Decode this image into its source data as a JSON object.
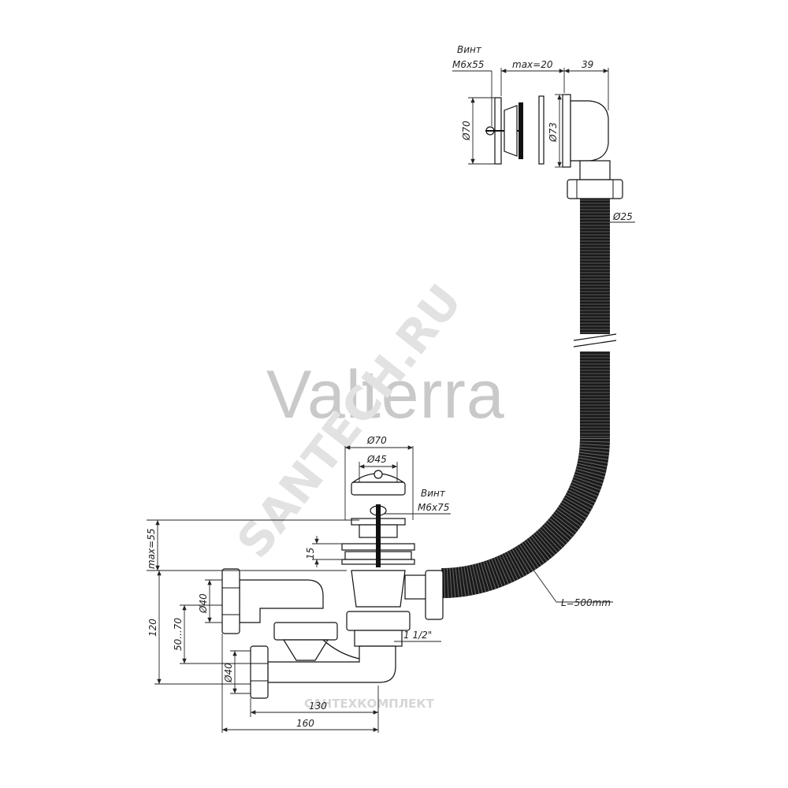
{
  "watermarks": {
    "brand": "Valterra",
    "diagonal": "SANTECH.RU",
    "bottom": "САНТЕХКОМПЛЕКТ"
  },
  "labels": {
    "screw_top_word": "Винт",
    "screw_top_size": "M6x55",
    "max20": "max=20",
    "dim39": "39",
    "d70_top": "Ø70",
    "d73": "Ø73",
    "d25": "Ø25",
    "d70_bottom": "Ø70",
    "d45": "Ø45",
    "screw_bottom_word": "Винт",
    "screw_bottom_size": "M6x75",
    "max55": "max=55",
    "dim15": "15",
    "dim120": "120",
    "dim50_70": "50...70",
    "d40_upper": "Ø40",
    "d40_lower": "Ø40",
    "thread": "1 1/2\"",
    "hose_length": "L=500mm",
    "dim130": "130",
    "dim160": "160"
  },
  "colors": {
    "line": "#111111",
    "hose": "#1a1a1a",
    "watermark": "#c9c9c9"
  }
}
